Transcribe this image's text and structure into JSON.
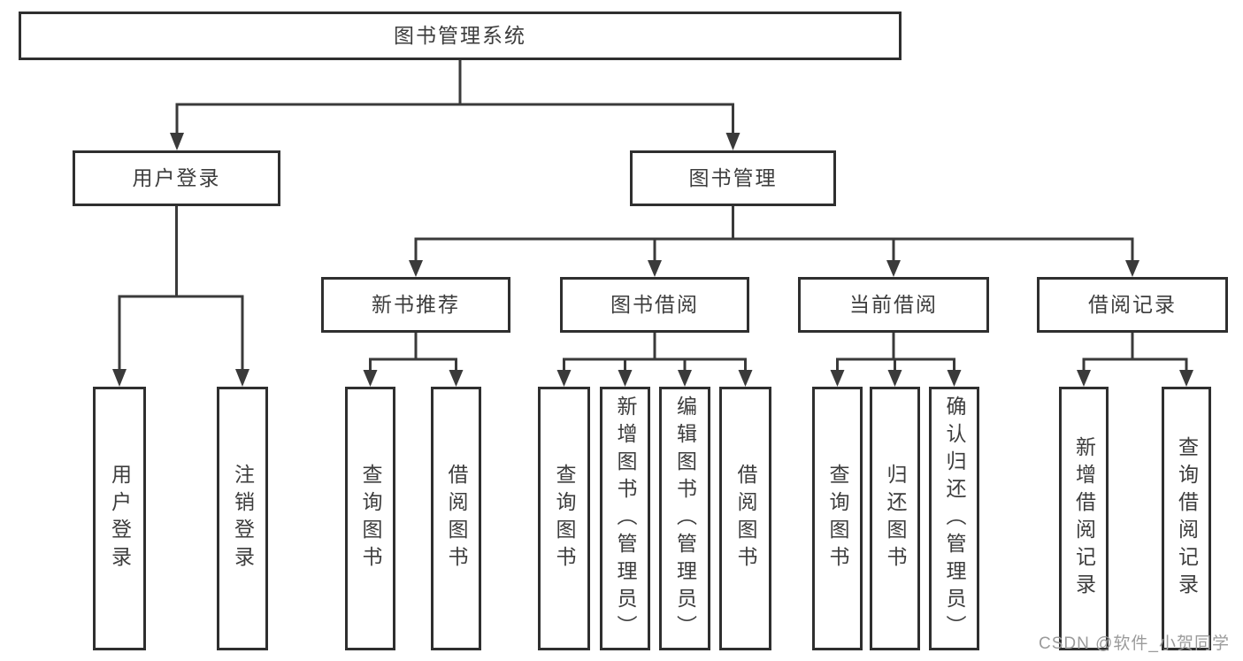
{
  "tree": {
    "label": "图书管理系统",
    "children": [
      {
        "label": "用户登录",
        "children": [
          {
            "label": "用户登录"
          },
          {
            "label": "注销登录"
          }
        ]
      },
      {
        "label": "图书管理",
        "children": [
          {
            "label": "新书推荐",
            "children": [
              {
                "label": "查询图书"
              },
              {
                "label": "借阅图书"
              }
            ]
          },
          {
            "label": "图书借阅",
            "children": [
              {
                "label": "查询图书"
              },
              {
                "label": "新增图书（管理员）"
              },
              {
                "label": "编辑图书（管理员）"
              },
              {
                "label": "借阅图书"
              }
            ]
          },
          {
            "label": "当前借阅",
            "children": [
              {
                "label": "查询图书"
              },
              {
                "label": "归还图书"
              },
              {
                "label": "确认归还（管理员）"
              }
            ]
          },
          {
            "label": "借阅记录",
            "children": [
              {
                "label": "新增借阅记录"
              },
              {
                "label": "查询借阅记录"
              }
            ]
          }
        ]
      }
    ]
  },
  "watermark": {
    "text": "CSDN @软件_小贺同学"
  },
  "colors": {
    "bg": "#ffffff",
    "line": "#3a3a3a",
    "border": "#2f2f2f",
    "text": "#3d3d3d",
    "watermark": "#9b9b9b"
  }
}
